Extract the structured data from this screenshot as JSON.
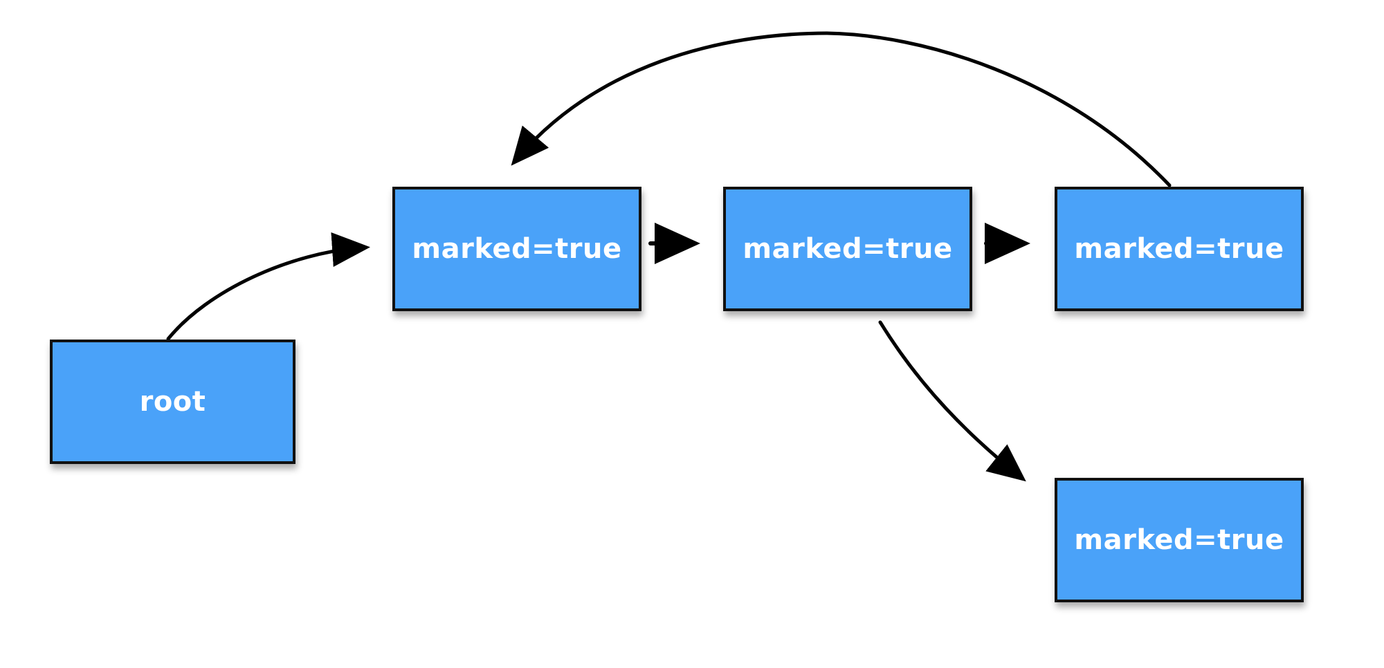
{
  "nodes": {
    "root": {
      "label": "root"
    },
    "a": {
      "label": "marked=true"
    },
    "b": {
      "label": "marked=true"
    },
    "c": {
      "label": "marked=true"
    },
    "d": {
      "label": "marked=true"
    }
  },
  "edges": [
    {
      "from": "root",
      "to": "a"
    },
    {
      "from": "a",
      "to": "b"
    },
    {
      "from": "b",
      "to": "c"
    },
    {
      "from": "c",
      "to": "a"
    },
    {
      "from": "b",
      "to": "d"
    }
  ],
  "colors": {
    "node_fill": "#4aa2f9",
    "node_border": "#111111",
    "label_text": "#ffffff",
    "edge": "#000000"
  }
}
